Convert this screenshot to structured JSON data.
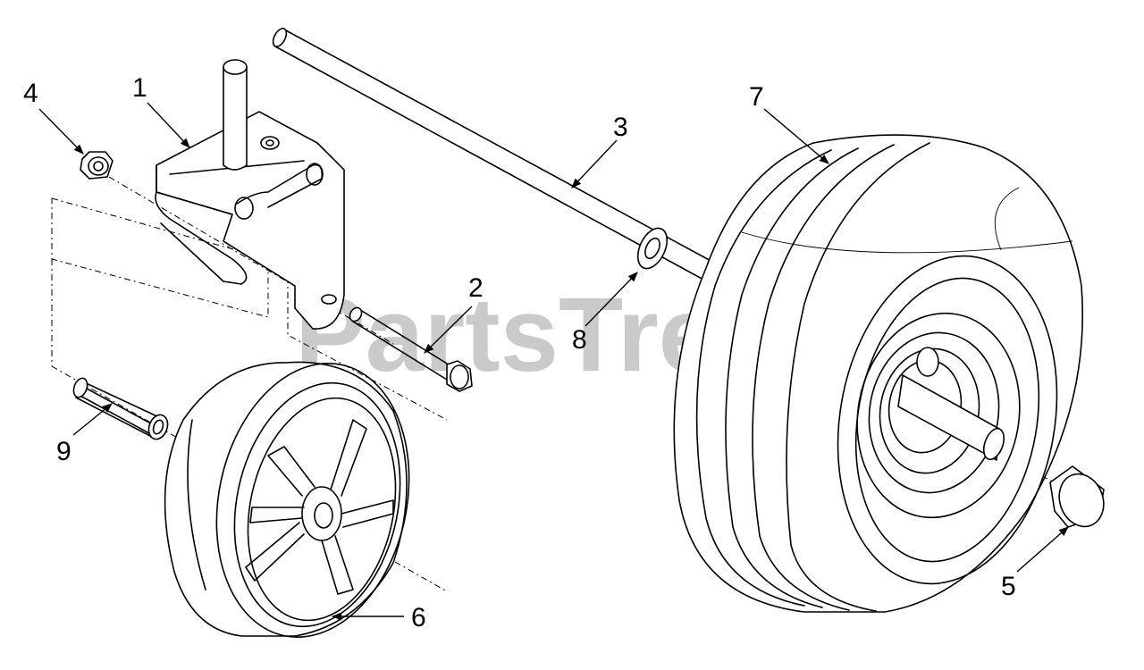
{
  "watermark": "PartsTree",
  "callouts": [
    {
      "id": "1",
      "part": "bracket"
    },
    {
      "id": "2",
      "part": "bolt"
    },
    {
      "id": "3",
      "part": "axle"
    },
    {
      "id": "4",
      "part": "nut"
    },
    {
      "id": "5",
      "part": "axle-cap"
    },
    {
      "id": "6",
      "part": "small-wheel"
    },
    {
      "id": "7",
      "part": "tire-wheel"
    },
    {
      "id": "8",
      "part": "washer"
    },
    {
      "id": "9",
      "part": "spacer"
    }
  ]
}
